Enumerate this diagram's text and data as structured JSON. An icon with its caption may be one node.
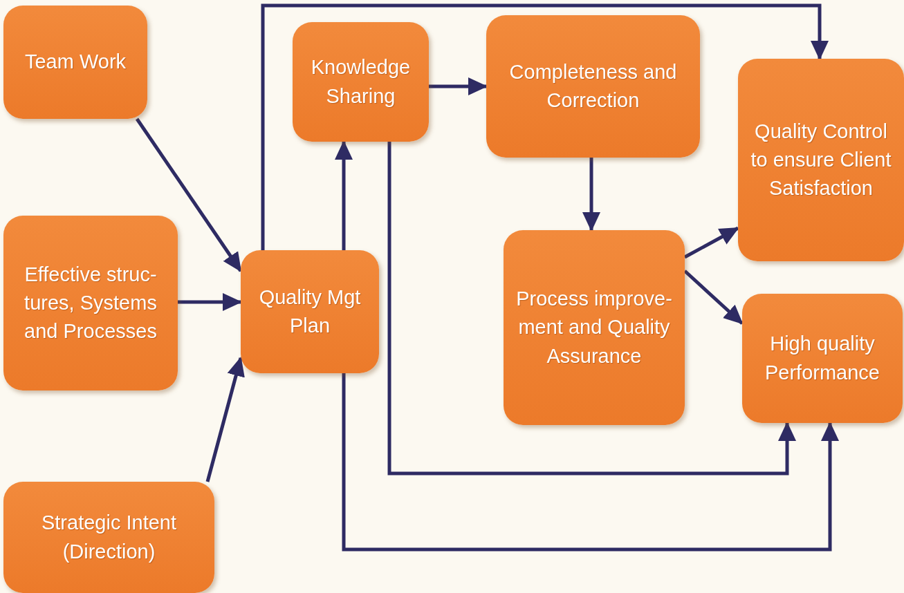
{
  "diagram": {
    "nodes": [
      {
        "text": [
          "Team Work"
        ]
      },
      {
        "text": [
          "Effective struc- tures, Systems and Processes"
        ]
      },
      {
        "text": [
          "Strategic Intent (Direction)"
        ]
      },
      {
        "text": [
          "Quality Mgt Plan"
        ]
      },
      {
        "text": [
          "Knowledge Sharing"
        ]
      },
      {
        "text": [
          "Completeness and Correction"
        ]
      },
      {
        "text": [
          "Process improve- ment and Quality Assurance"
        ]
      },
      {
        "text": [
          "Quality Control to ensure Client Satisfaction"
        ]
      },
      {
        "text": [
          "High quality Performance"
        ]
      }
    ],
    "edges": [
      {
        "from": 0,
        "to": 3,
        "arrow": "to"
      },
      {
        "from": 1,
        "to": 3,
        "arrow": "to"
      },
      {
        "from": 2,
        "to": 3,
        "arrow": "to"
      },
      {
        "from": 3,
        "to": 4,
        "arrow": "to"
      },
      {
        "from": 4,
        "to": 5,
        "arrow": "to"
      },
      {
        "from": 5,
        "to": 6,
        "arrow": "to"
      },
      {
        "from": 6,
        "to": 7,
        "arrow": "to"
      },
      {
        "from": 6,
        "to": 8,
        "arrow": "to"
      },
      {
        "from": 3,
        "to": 7,
        "arrow": "to"
      },
      {
        "from": 4,
        "to": 8,
        "arrow": "to"
      },
      {
        "from": 3,
        "to": 8,
        "arrow": "to"
      }
    ]
  }
}
